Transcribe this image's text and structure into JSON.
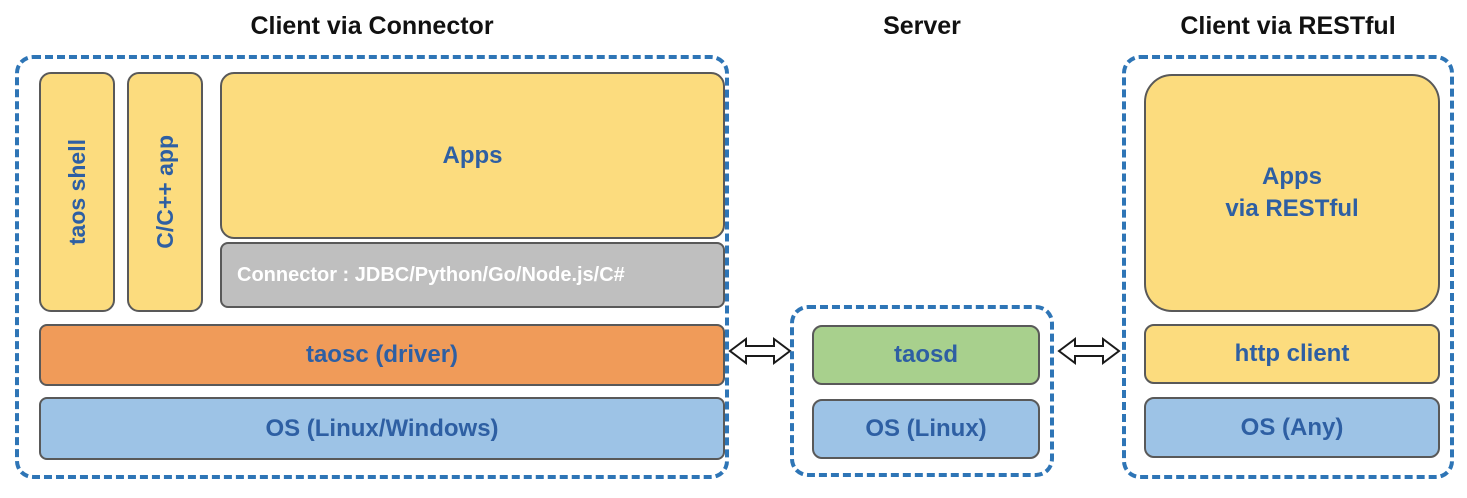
{
  "diagram": {
    "sections": {
      "client_connector": {
        "title": "Client via Connector",
        "taos_shell": "taos shell",
        "cpp_app": "C/C++ app",
        "apps": "Apps",
        "connector": "Connector : JDBC/Python/Go/Node.js/C#",
        "taosc": "taosc (driver)",
        "os": "OS (Linux/Windows)"
      },
      "server": {
        "title": "Server",
        "taosd": "taosd",
        "os": "OS (Linux)"
      },
      "client_restful": {
        "title": "Client via RESTful",
        "apps": "Apps\nvia RESTful",
        "http_client": "http client",
        "os": "OS (Any)"
      }
    },
    "colors": {
      "yellow": "#FCDC7E",
      "gray": "#BFBFBF",
      "orange": "#F09B59",
      "blue": "#9DC3E6",
      "green": "#A8D08D",
      "dashed_border": "#2E75B6",
      "text_blue": "#2E5FA3",
      "box_border": "#595959"
    }
  }
}
